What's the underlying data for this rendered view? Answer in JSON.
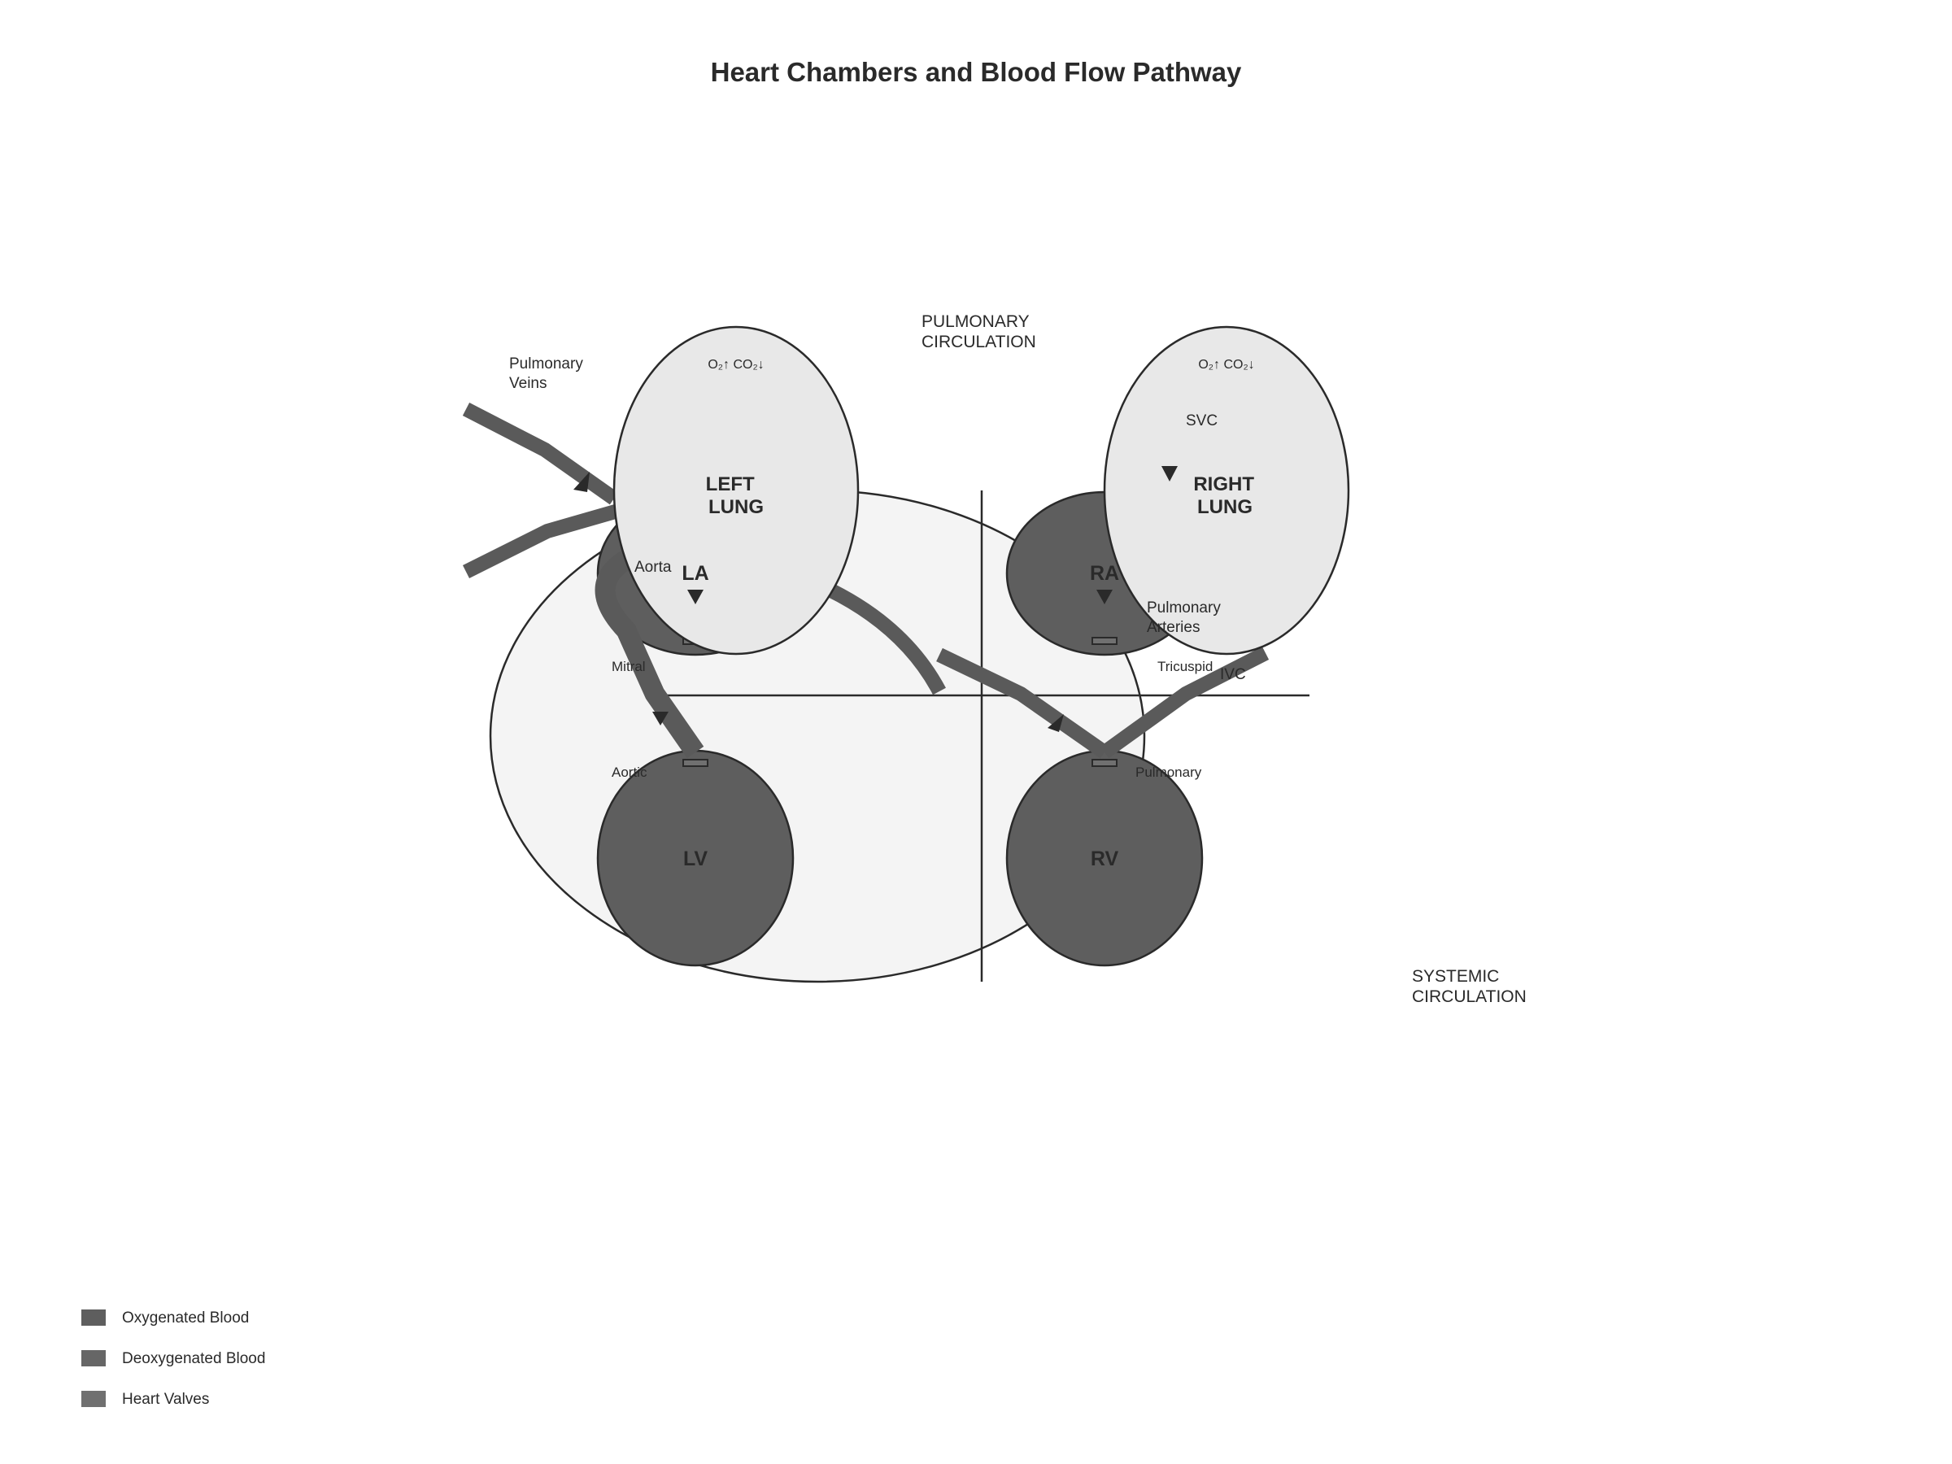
{
  "title": "Heart Chambers and Blood Flow Pathway",
  "regions": {
    "pulmonary": [
      "PULMONARY",
      "CIRCULATION"
    ],
    "systemic": [
      "SYSTEMIC",
      "CIRCULATION"
    ]
  },
  "lungs": {
    "left": {
      "name": [
        "LEFT",
        "LUNG"
      ],
      "gas": "O₂↑ CO₂↓"
    },
    "right": {
      "name": [
        "RIGHT",
        "LUNG"
      ],
      "gas": "O₂↑ CO₂↓"
    }
  },
  "chambers": {
    "la": "LA",
    "ra": "RA",
    "lv": "LV",
    "rv": "RV"
  },
  "vessels": {
    "pulmonary_veins": [
      "Pulmonary",
      "Veins"
    ],
    "aorta": "Aorta",
    "svc": "SVC",
    "pulmonary_arteries": [
      "Pulmonary",
      "Arteries"
    ],
    "ivc": "IVC"
  },
  "valves": {
    "mitral": "Mitral",
    "aortic": "Aortic",
    "tricuspid": "Tricuspid",
    "pulmonary": "Pulmonary"
  },
  "legend": [
    {
      "label": "Oxygenated Blood",
      "color": "#5e5e5e"
    },
    {
      "label": "Deoxygenated Blood",
      "color": "#666666"
    },
    {
      "label": "Heart Valves",
      "color": "#707070"
    }
  ],
  "colors": {
    "chamber": "#5e5e5e",
    "lung": "#e8e8e8",
    "heart": "#f4f4f4",
    "vessel": "#5a5a5a",
    "outline": "#2a2a2a"
  }
}
